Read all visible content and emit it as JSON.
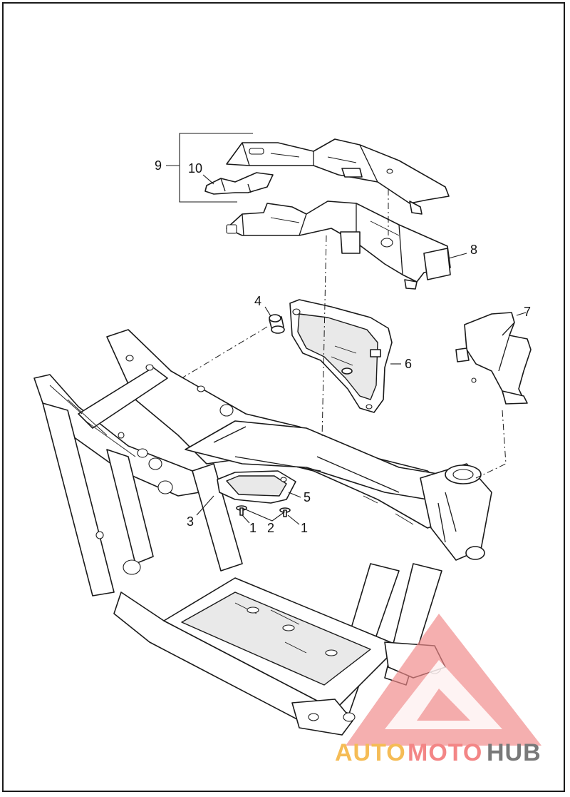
{
  "callouts": [
    {
      "id": "9",
      "label": "9"
    },
    {
      "id": "10",
      "label": "10"
    },
    {
      "id": "8",
      "label": "8"
    },
    {
      "id": "4",
      "label": "4"
    },
    {
      "id": "7",
      "label": "7"
    },
    {
      "id": "6",
      "label": "6"
    },
    {
      "id": "5",
      "label": "5"
    },
    {
      "id": "3",
      "label": "3"
    },
    {
      "id": "1a",
      "label": "1"
    },
    {
      "id": "2",
      "label": "2"
    },
    {
      "id": "1b",
      "label": "1"
    }
  ],
  "watermark": {
    "word_auto": "AUTO",
    "word_moto": "MOTO",
    "word_hub": "HUB",
    "color_triangle": "#f08a8a",
    "color_auto": "#f5b544",
    "color_moto": "#f27a7a",
    "color_hub": "#6b6b6b"
  },
  "colors": {
    "line": "#1a1a1a",
    "background": "#ffffff"
  }
}
